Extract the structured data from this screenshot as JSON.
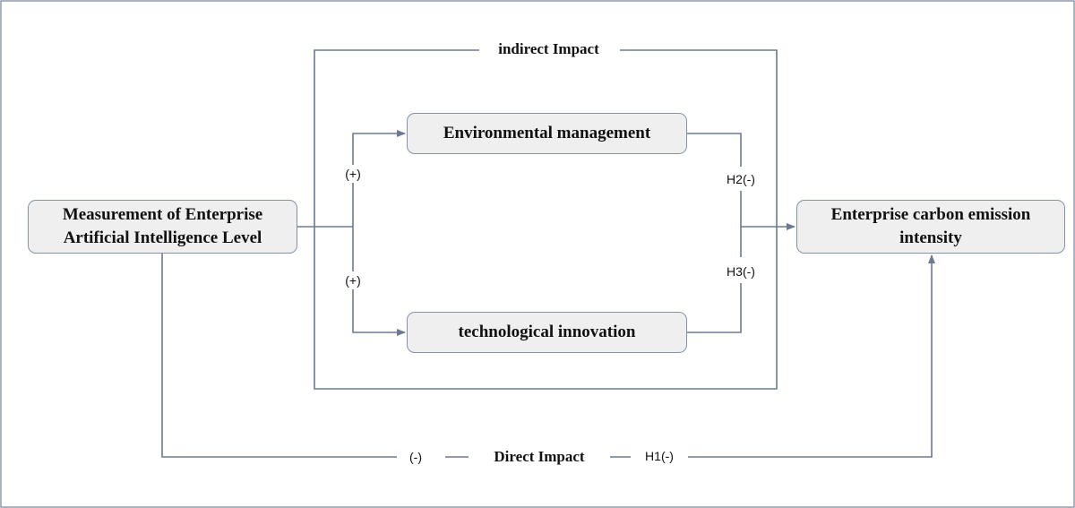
{
  "nodes": {
    "ai_level": "Measurement of Enterprise\nArtificial Intelligence Level",
    "env_mgmt": "Environmental  management",
    "tech_innov": "technological  innovation",
    "carbon": "Enterprise  carbon  emission\nintensity"
  },
  "labels": {
    "indirect_impact": "indirect Impact",
    "direct_impact": "Direct Impact",
    "plus_upper": "(+)",
    "plus_lower": "(+)",
    "minus_direct": "(-)",
    "h1": "H1(-)",
    "h2": "H2(-)",
    "h3": "H3(-)"
  },
  "colors": {
    "line": "#6b7a90",
    "node_fill": "#efefef",
    "node_border": "#8593a6"
  }
}
